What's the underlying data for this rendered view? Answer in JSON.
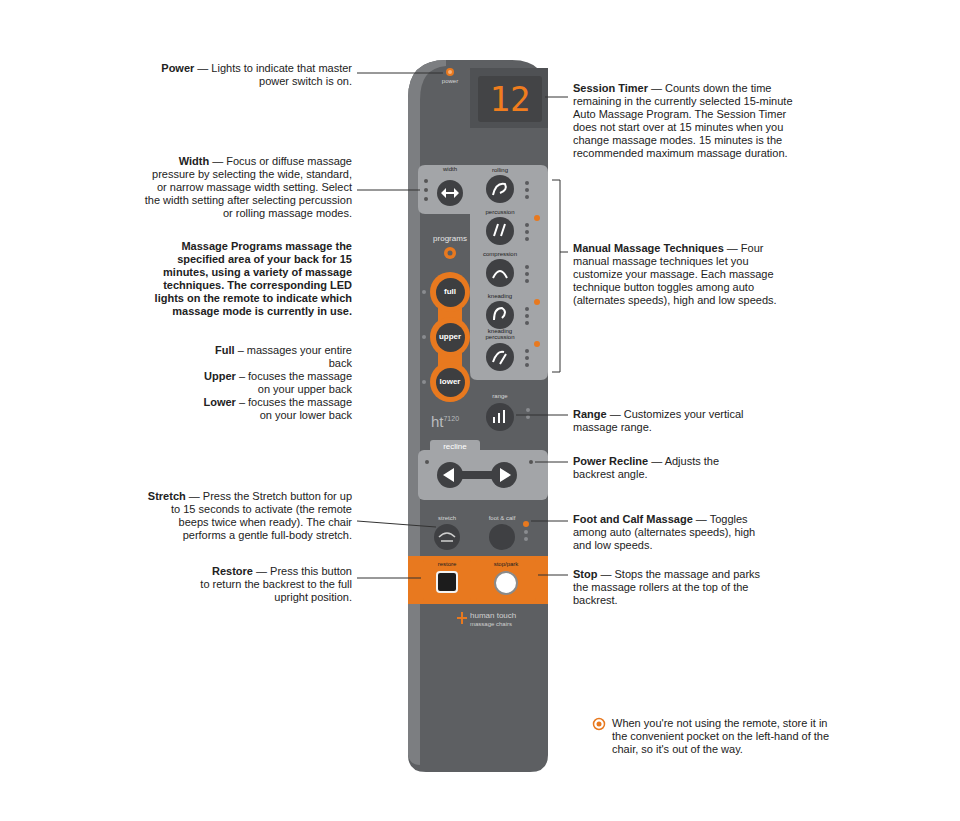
{
  "diagram": {
    "nodes": [
      {
        "text": [
          "12"
        ]
      },
      {
        "text": [
          "full"
        ]
      },
      {
        "text": [
          "upper"
        ]
      },
      {
        "text": [
          "lower"
        ]
      },
      {
        "text": [
          "restore"
        ]
      },
      {
        "text": [
          "stop/park"
        ]
      }
    ],
    "labels": [
      "Power",
      "— Lights to indicate that master power switch is on.",
      "Width",
      "— Focus or diffuse massage pressure by selecting the wide, standard, or narrow massage width setting. Select the width setting after selecting percussion or rolling massage modes.",
      "Massage Programs massage the specified area of your back for 15 minutes, using a variety of massage techniques. The corresponding LED lights on the remote to indicate which massage mode is currently in use.",
      "Full",
      "– massages your entire back",
      "Upper",
      "– focuses the massage on your upper back",
      "Lower",
      "– focuses the massage on your lower back",
      "Stretch",
      "— Press the Stretch button for up to 15 seconds to activate (the remote beeps twice when ready). The chair performs a gentle full-body stretch.",
      "Restore",
      "— Press this button to return the backrest to the full upright position.",
      "Session Timer",
      "— Counts down the time remaining in the currently selected 15-minute Auto Massage Program. The Session Timer does not start over at 15 minutes when you change massage modes. 15 minutes is the recommended maximum massage duration.",
      "Manual Massage Techniques",
      "— Four manual massage techniques let you customize your massage. Each massage technique button toggles among auto (alternates speeds), high and low speeds.",
      "Range",
      "— Customizes your vertical massage range.",
      "Power Recline",
      "— Adjusts the backrest angle.",
      "Foot and Calf Massage",
      "— Toggles among auto (alternates speeds), high and low speeds.",
      "Stop",
      "— Stops the massage and parks the massage rollers at the top of the backrest.",
      "When you're not using the remote, store it in the convenient pocket on the left-hand of the chair, so it's out of the way.",
      "power",
      "width",
      "rolling",
      "percussion",
      "compression",
      "kneading",
      "kneading percussion",
      "programs",
      "range",
      "ht",
      "7120",
      "recline",
      "stretch",
      "foot & calf",
      "human touch",
      "massage chairs"
    ]
  }
}
